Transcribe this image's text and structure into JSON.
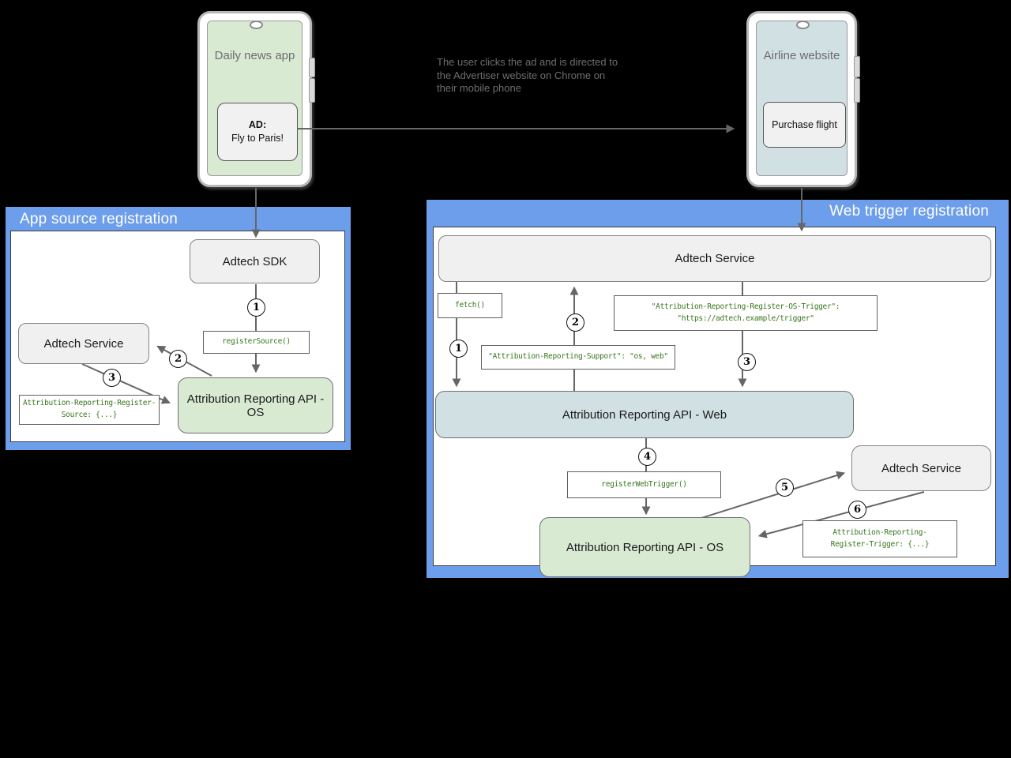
{
  "colors": {
    "panel_blue": "#6d9eeb",
    "box_gray": "#f0f0f0",
    "box_green": "#d9ead3",
    "box_light_blue": "#d0e0e3",
    "code_text_green": "#38761d",
    "arrow_gray": "#666666"
  },
  "phones": {
    "left": {
      "screen_title": "Daily news app",
      "ad_heading": "AD:",
      "ad_text": "Fly to Paris!"
    },
    "right": {
      "screen_title": "Airline website",
      "button_label": "Purchase flight"
    }
  },
  "annotation": {
    "lines": [
      "The user clicks the ad and is directed to",
      "the Advertiser website on Chrome on",
      "their mobile phone"
    ]
  },
  "app_source_panel": {
    "title": "App source registration",
    "adtech_sdk": "Adtech SDK",
    "adtech_service": "Adtech Service",
    "register_source_call": "registerSource()",
    "arapi_os": "Attribution Reporting API - OS",
    "register_source_header_lines": [
      "Attribution-Reporting-Register-",
      "Source: {...}"
    ],
    "steps": [
      "1",
      "2",
      "3"
    ]
  },
  "web_trigger_panel": {
    "title": "Web trigger registration",
    "adtech_service_top": "Adtech Service",
    "fetch_call": "fetch()",
    "os_trigger_header_lines": [
      "\"Attribution-Reporting-Register-OS-Trigger\":",
      "\"https://adtech.example/trigger\""
    ],
    "support_header": "\"Attribution-Reporting-Support\": \"os, web\"",
    "arapi_web": "Attribution Reporting API - Web",
    "register_web_trigger_call": "registerWebTrigger()",
    "adtech_service_right": "Adtech Service",
    "arapi_os": "Attribution Reporting API - OS",
    "register_trigger_header_lines": [
      "Attribution-Reporting-",
      "Register-Trigger: {...}"
    ],
    "steps": [
      "1",
      "2",
      "3",
      "4",
      "5",
      "6"
    ]
  }
}
